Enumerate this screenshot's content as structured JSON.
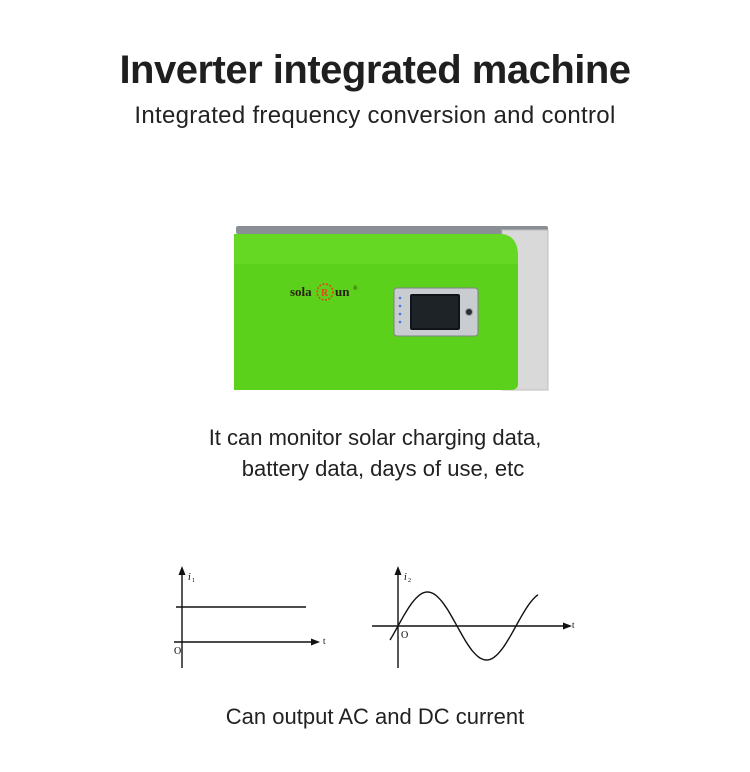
{
  "title": "Inverter integrated machine",
  "subtitle": "Integrated frequency conversion and control",
  "device": {
    "brand_prefix": "sola",
    "brand_mid": "R",
    "brand_suffix": "un",
    "brand_mark": "®",
    "body_color": "#5bd11c",
    "side_color": "#dcdcdc"
  },
  "description": {
    "line1": "It can monitor solar charging data,",
    "line2": "battery data, days of use, etc"
  },
  "graphs": {
    "dc": {
      "y_label": "i",
      "y_sub": "1",
      "x_label": "t",
      "origin": "O"
    },
    "ac": {
      "y_label": "i",
      "y_sub": "2",
      "x_label": "t",
      "origin": "O"
    }
  },
  "footer": "Can output AC and DC current"
}
